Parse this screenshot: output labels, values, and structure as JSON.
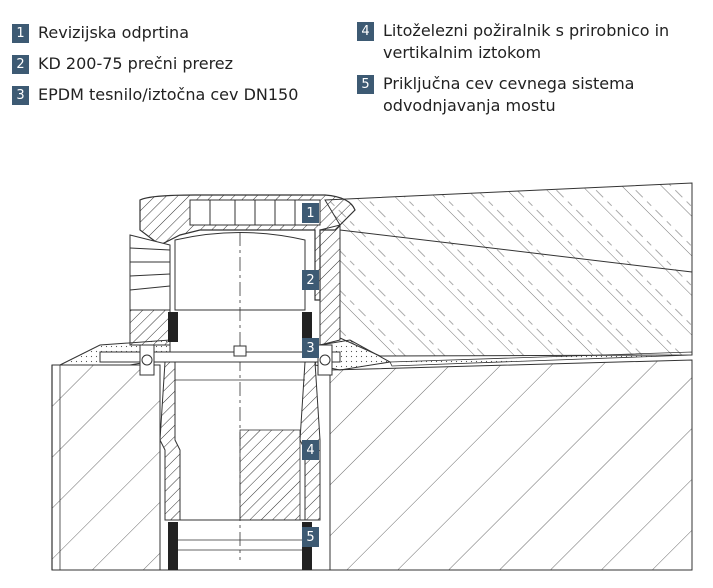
{
  "legend": {
    "items": [
      {
        "num": "1",
        "text": "Revizijska odprtina"
      },
      {
        "num": "2",
        "text": "KD 200-75 prečni prerez"
      },
      {
        "num": "3",
        "text": "EPDM tesnilo/iztočna cev DN150"
      },
      {
        "num": "4",
        "text": "Litoželezni požiralnik s prirobnico in vertikalnim iztokom"
      },
      {
        "num": "5",
        "text": "Priključna cev cevnega sistema odvodnjavanja mostu"
      }
    ]
  },
  "callouts": [
    "1",
    "2",
    "3",
    "4",
    "5"
  ],
  "colors": {
    "badge": "#3d5a73",
    "line": "#333333"
  }
}
